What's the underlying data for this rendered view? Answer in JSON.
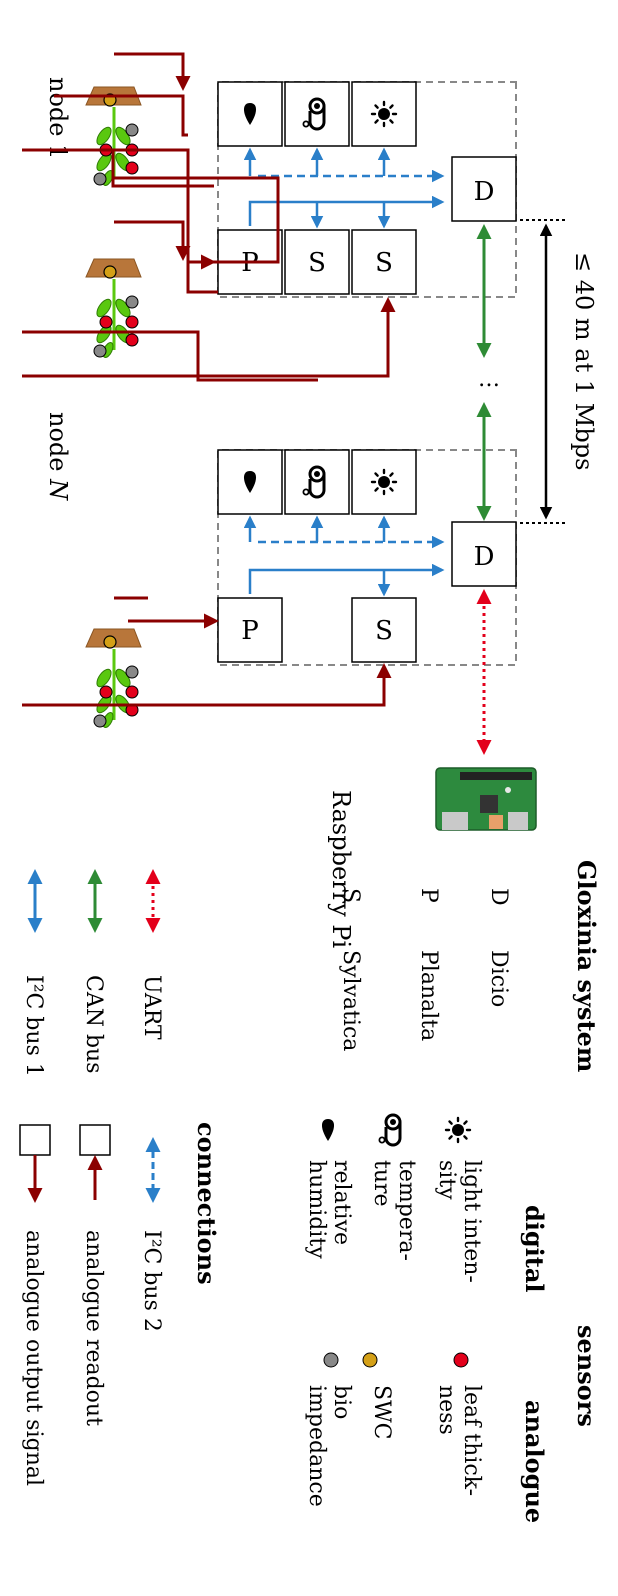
{
  "diagram": {
    "node1_label": "node 1",
    "nodeN_label_prefix": "node ",
    "nodeN_label_var": "N",
    "ellipsis": "…",
    "distance_label": "≤ 40 m at 1 Mbps",
    "raspberry_label": "Raspberry Pi",
    "box_letters": {
      "planalta": "P",
      "sylvatica": "S",
      "dicio": "D"
    }
  },
  "legend": {
    "title": "Gloxinia system",
    "devices": [
      {
        "letter": "D",
        "name": "Dicio"
      },
      {
        "letter": "P",
        "name": "Planalta"
      },
      {
        "letter": "S",
        "name": "Sylvatica"
      }
    ],
    "connections_title": "connections",
    "connections": [
      {
        "label": "UART",
        "color": "#e3001b",
        "style": "dotted"
      },
      {
        "label": "CAN bus",
        "color": "#2e8b35",
        "style": "solid"
      },
      {
        "label": "I²C bus 1",
        "color": "#2a7fc9",
        "style": "solid"
      },
      {
        "label": "I²C bus 2",
        "color": "#2a7fc9",
        "style": "dashed"
      },
      {
        "label": "analogue readout",
        "color": "#8b0000",
        "style": "solid"
      },
      {
        "label": "analogue output signal",
        "color": "#8b0000",
        "style": "solid"
      }
    ],
    "sensors_title": "sensors",
    "digital_title": "digital",
    "analogue_title": "analogue",
    "digital_sensors": [
      {
        "icon": "sun-icon",
        "line1": "light inten-",
        "line2": "sity"
      },
      {
        "icon": "thermometer-icon",
        "line1": "tempera-",
        "line2": "ture"
      },
      {
        "icon": "droplet-icon",
        "line1": "relative",
        "line2": "humidity"
      }
    ],
    "analogue_sensors": [
      {
        "color": "#e3001b",
        "line1": "leaf thick-",
        "line2": "ness"
      },
      {
        "color": "#d4a017",
        "line1": "SWC",
        "line2": ""
      },
      {
        "color": "#888888",
        "line1": "bio",
        "line2": "impedance"
      }
    ]
  },
  "colors": {
    "dark_red": "#8b0000",
    "blue": "#2a7fc9",
    "green": "#2e8b35",
    "red": "#e3001b",
    "pot": "#b8763a",
    "leaf": "#5ac80f",
    "grey": "#888888",
    "swc": "#d4a017"
  }
}
